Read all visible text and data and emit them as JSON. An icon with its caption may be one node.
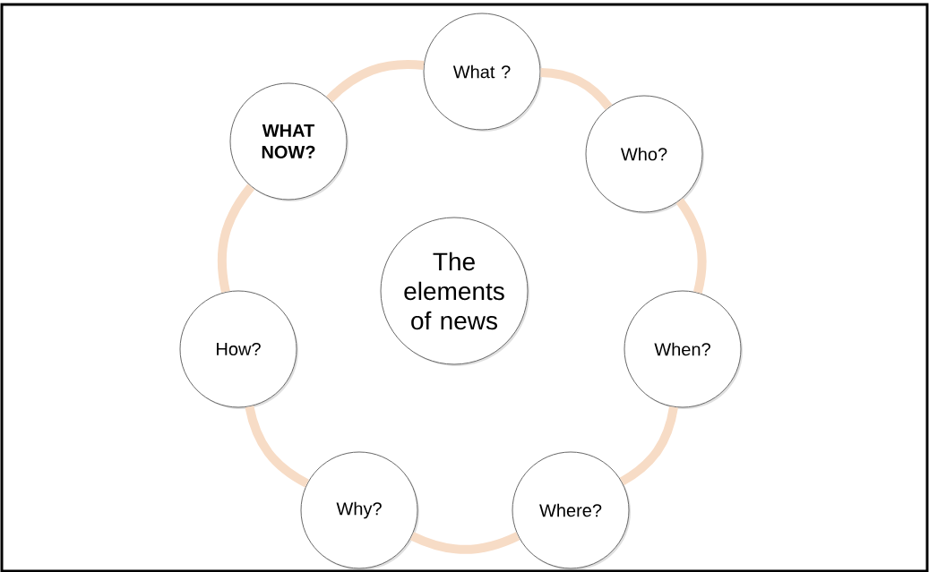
{
  "diagram": {
    "nodes": [
      {
        "text": [
          "What ?"
        ]
      },
      {
        "text": [
          "Who?"
        ]
      },
      {
        "text": [
          "When?"
        ]
      },
      {
        "text": [
          "Where?"
        ]
      },
      {
        "text": [
          "Why?"
        ]
      },
      {
        "text": [
          "How?"
        ]
      },
      {
        "text": [
          "WHAT NOW?"
        ]
      },
      {
        "text": [
          "The elements of news"
        ]
      }
    ],
    "edges": [
      {
        "from": 0,
        "to": 1,
        "arrow": "none"
      },
      {
        "from": 1,
        "to": 2,
        "arrow": "none"
      },
      {
        "from": 2,
        "to": 3,
        "arrow": "none"
      },
      {
        "from": 3,
        "to": 4,
        "arrow": "none"
      },
      {
        "from": 4,
        "to": 5,
        "arrow": "none"
      },
      {
        "from": 5,
        "to": 6,
        "arrow": "none"
      },
      {
        "from": 6,
        "to": 0,
        "arrow": "none"
      }
    ]
  }
}
